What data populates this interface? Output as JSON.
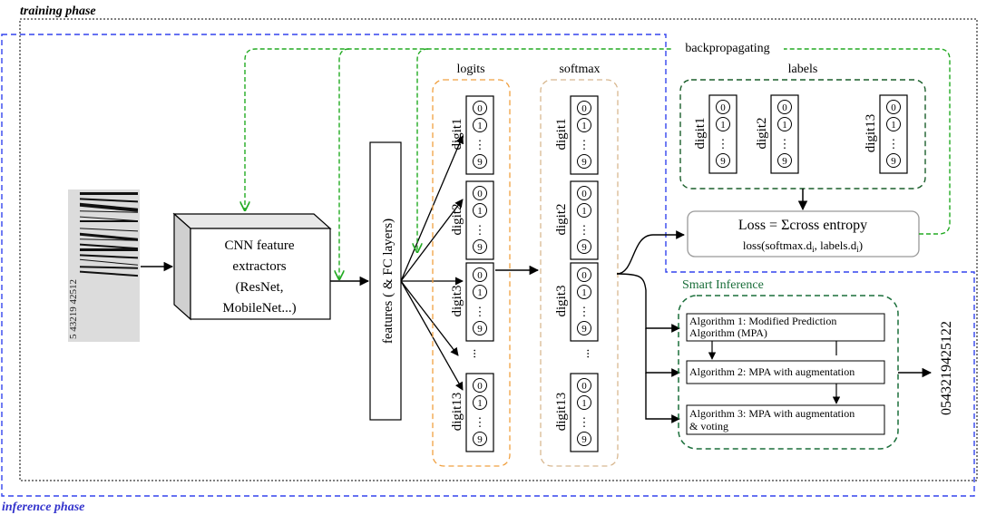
{
  "phases": {
    "training": "training phase",
    "inference": "inference phase"
  },
  "colors": {
    "training_border": "#000000",
    "inference_border": "#3333ee",
    "feedback_arrow": "#22aa22",
    "logits_group": "#f0a040",
    "softmax_group": "#d8b890",
    "labels_group": "#1a5e2a",
    "smart_inference": "#1a6e3a",
    "inference_label": "#3333cc"
  },
  "input": {
    "image_text": "5 43219 42512"
  },
  "cnn": {
    "lines": [
      "CNN feature",
      "extractors",
      "(ResNet,",
      "MobileNet...)"
    ]
  },
  "features": {
    "label": "features ( & FC layers)"
  },
  "backprop": {
    "label": "backpropagating"
  },
  "logits": {
    "title": "logits",
    "digits": [
      "digit1",
      "digit2",
      "digit3",
      "digit13"
    ],
    "ellipsis": "..."
  },
  "softmax": {
    "title": "softmax",
    "digits": [
      "digit1",
      "digit2",
      "digit3",
      "digit13"
    ],
    "ellipsis": "..."
  },
  "digit_box": {
    "top": "0",
    "mid": "1",
    "bottom": "9",
    "dots": "⋮"
  },
  "labels": {
    "title": "labels",
    "digits": [
      "digit1",
      "digit2",
      "digit13"
    ]
  },
  "loss": {
    "line1": "Loss = Σcross entropy",
    "line2_a": "loss(softmax.d",
    "line2_sub1": "i",
    "line2_b": ", labels.d",
    "line2_sub2": "i",
    "line2_c": ")"
  },
  "smart_inference": {
    "title": "Smart Inference",
    "algorithms": [
      [
        "Algorithm 1: Modified Prediction",
        "Algorithm (MPA)"
      ],
      [
        "Algorithm 2: MPA with augmentation"
      ],
      [
        "Algorithm 3: MPA with augmentation",
        "& voting"
      ]
    ]
  },
  "output": {
    "value": "0543219425122"
  }
}
